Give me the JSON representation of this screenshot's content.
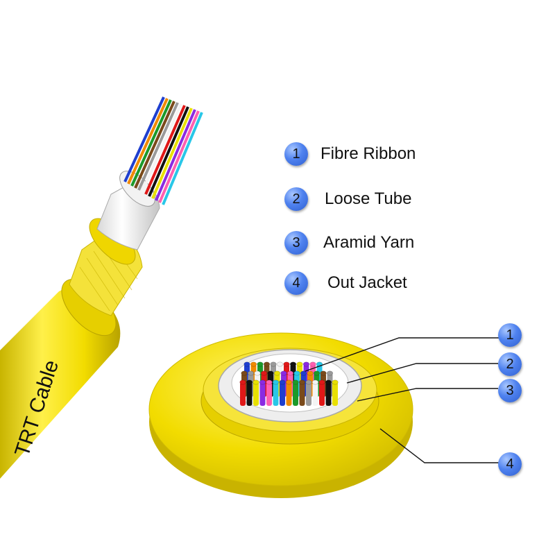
{
  "legend": [
    {
      "num": "1",
      "label": "Fibre Ribbon"
    },
    {
      "num": "2",
      "label": "Loose Tube"
    },
    {
      "num": "3",
      "label": "Aramid Yarn"
    },
    {
      "num": "4",
      "label": "Out Jacket"
    }
  ],
  "callouts": [
    "1",
    "2",
    "3",
    "4"
  ],
  "cable_print": "TRT Cable",
  "colors": {
    "jacket": "#f2dc00",
    "badge": "#3d6fe0",
    "fibres": [
      "#1f3fcf",
      "#f08a00",
      "#1c9a2a",
      "#7a4a1a",
      "#9a9a9a",
      "#f4f4f4",
      "#e01818",
      "#111111",
      "#e8e000",
      "#8a2be2",
      "#ff5fb0",
      "#29c7e8"
    ]
  }
}
